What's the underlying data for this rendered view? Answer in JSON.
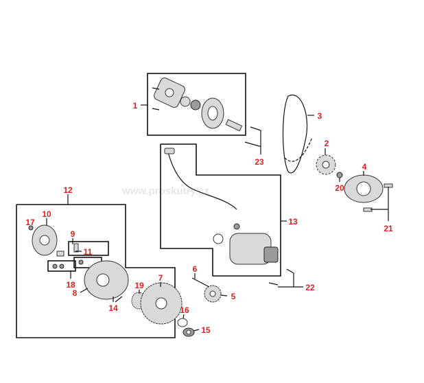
{
  "watermark": "www.proskutry.cz",
  "labels": [
    "1",
    "2",
    "3",
    "4",
    "5",
    "6",
    "7",
    "8",
    "9",
    "10",
    "11",
    "12",
    "13",
    "14",
    "15",
    "16",
    "17",
    "18",
    "19",
    "20",
    "21",
    "22",
    "23"
  ]
}
